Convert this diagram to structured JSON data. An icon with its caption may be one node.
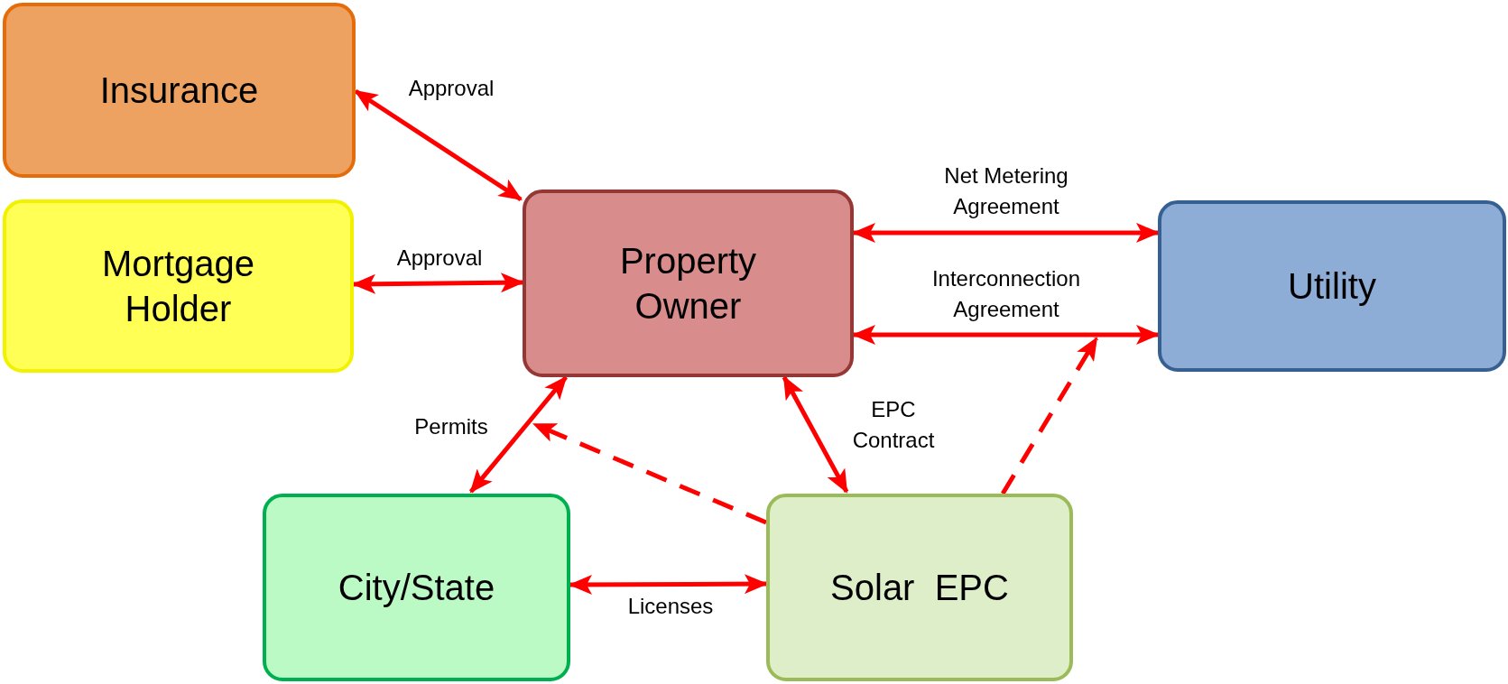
{
  "diagram": {
    "nodes": [
      {
        "text": [
          "Insurance"
        ]
      },
      {
        "text": [
          "Mortgage Holder"
        ]
      },
      {
        "text": [
          "Property Owner"
        ]
      },
      {
        "text": [
          "Utility"
        ]
      },
      {
        "text": [
          "City/State"
        ]
      },
      {
        "text": [
          "Solar  EPC"
        ]
      }
    ],
    "edges": [
      {
        "from": 0,
        "to": 2,
        "arrow": "both",
        "label": "Approval"
      },
      {
        "from": 1,
        "to": 2,
        "arrow": "both",
        "label": "Approval"
      },
      {
        "from": 2,
        "to": 3,
        "arrow": "both",
        "label": "Net Metering Agreement"
      },
      {
        "from": 2,
        "to": 3,
        "arrow": "both",
        "label": "Interconnection Agreement"
      },
      {
        "from": 2,
        "to": 4,
        "arrow": "both",
        "label": "Permits"
      },
      {
        "from": 2,
        "to": 5,
        "arrow": "both",
        "label": "EPC Contract"
      },
      {
        "from": 5,
        "to": 2,
        "arrow": "to",
        "style": "dashed"
      },
      {
        "from": 5,
        "to": 3,
        "arrow": "to",
        "style": "dashed"
      },
      {
        "from": 4,
        "to": 5,
        "arrow": "both",
        "label": "Licenses"
      }
    ]
  }
}
